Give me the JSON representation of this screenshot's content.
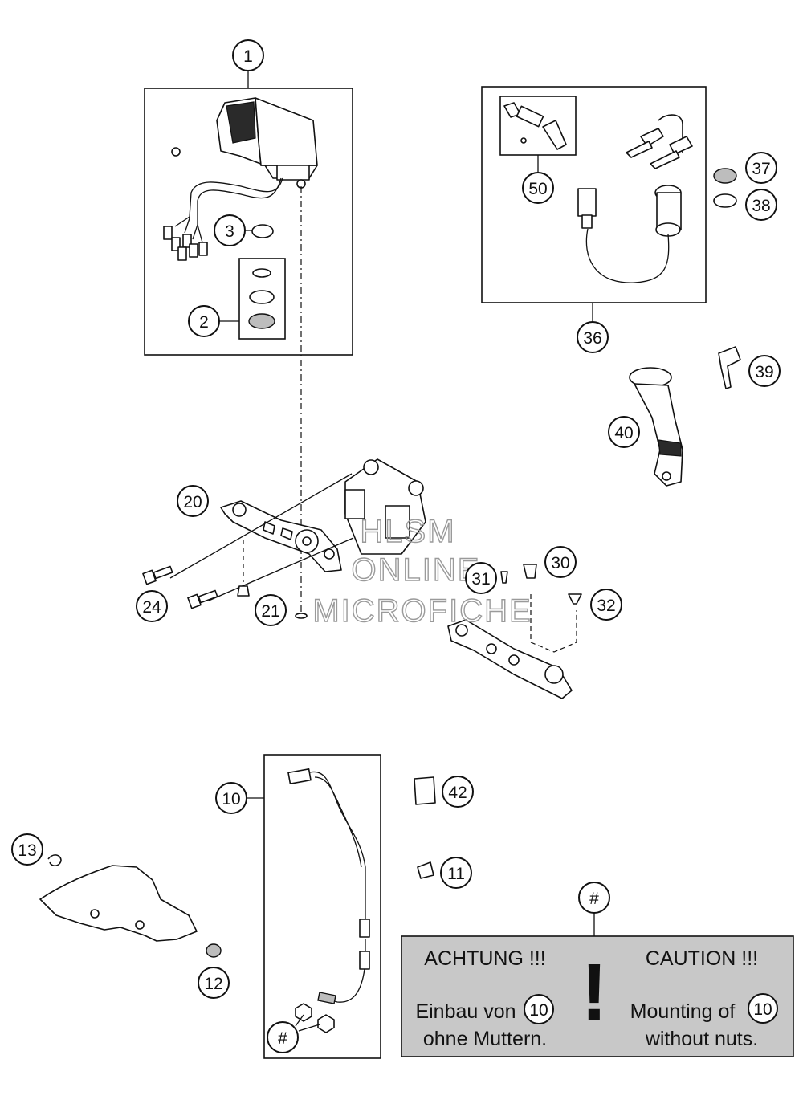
{
  "callouts": [
    {
      "key": "c1",
      "label": "1"
    },
    {
      "key": "c2",
      "label": "2"
    },
    {
      "key": "c3",
      "label": "3"
    },
    {
      "key": "c10",
      "label": "10"
    },
    {
      "key": "c11",
      "label": "11"
    },
    {
      "key": "c12",
      "label": "12"
    },
    {
      "key": "c13",
      "label": "13"
    },
    {
      "key": "c20",
      "label": "20"
    },
    {
      "key": "c21",
      "label": "21"
    },
    {
      "key": "c24",
      "label": "24"
    },
    {
      "key": "c30",
      "label": "30"
    },
    {
      "key": "c31",
      "label": "31"
    },
    {
      "key": "c32",
      "label": "32"
    },
    {
      "key": "c36",
      "label": "36"
    },
    {
      "key": "c37",
      "label": "37"
    },
    {
      "key": "c38",
      "label": "38"
    },
    {
      "key": "c39",
      "label": "39"
    },
    {
      "key": "c40",
      "label": "40"
    },
    {
      "key": "c42",
      "label": "42"
    },
    {
      "key": "c50",
      "label": "50"
    },
    {
      "key": "chash1",
      "label": "#"
    },
    {
      "key": "chash2",
      "label": "#"
    }
  ],
  "watermark": {
    "line1": "HLSM",
    "line2": "ONLINE",
    "line3": "MICROFICHE"
  },
  "note": {
    "left_title": "ACHTUNG !!!",
    "left_line1": "Einbau von",
    "left_ref": "10",
    "left_line2": "ohne Muttern.",
    "mark": "!",
    "right_title": "CAUTION !!!",
    "right_line1": "Mounting of",
    "right_ref": "10",
    "right_line2": "without nuts."
  },
  "colors": {
    "note_background": "#c8c8c8",
    "line": "#111111",
    "watermark": "#9a9a9a"
  }
}
